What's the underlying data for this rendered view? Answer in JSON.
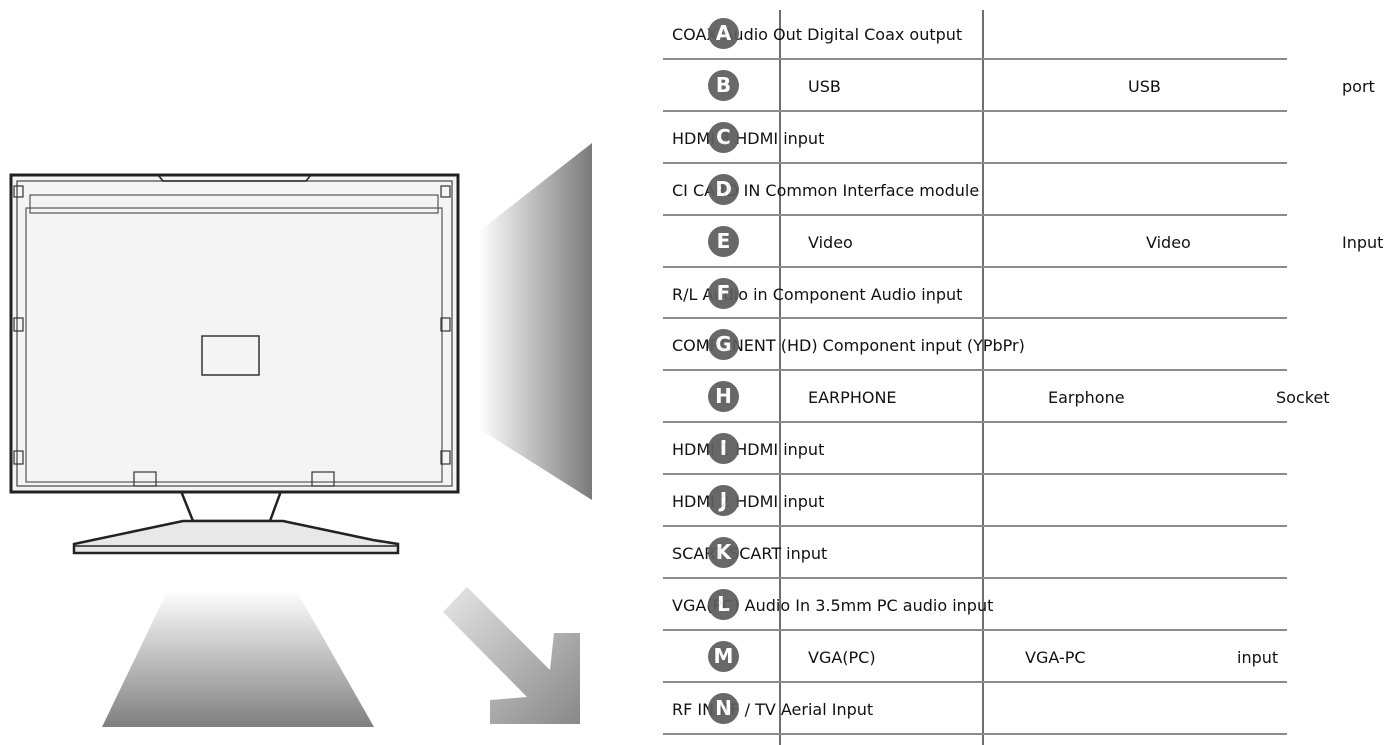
{
  "diagram": {
    "rows": [
      {
        "letter": "A",
        "text": "COAX Audio Out  Digital Coax output"
      },
      {
        "letter": "B",
        "cols": [
          "USB",
          "USB",
          "port"
        ]
      },
      {
        "letter": "C",
        "text": "HDMI 3  HDMI input"
      },
      {
        "letter": "D",
        "text": "CI CARD IN  Common Interface module"
      },
      {
        "letter": "E",
        "cols": [
          "Video",
          "Video",
          "Input"
        ]
      },
      {
        "letter": "F",
        "text": "R/L Audio in  Component Audio input"
      },
      {
        "letter": "G",
        "text": "COMPONENT (HD)  Component input (YPbPr)"
      },
      {
        "letter": "H",
        "cols": [
          "EARPHONE",
          "Earphone",
          "Socket"
        ]
      },
      {
        "letter": "I",
        "text": "HDMI 1  HDMI input"
      },
      {
        "letter": "J",
        "text": "HDMI 2  HDMI input"
      },
      {
        "letter": "K",
        "text": "SCART  SCART input"
      },
      {
        "letter": "L",
        "text": "VGA(PC) Audio In  3.5mm PC audio input"
      },
      {
        "letter": "M",
        "cols": [
          "VGA(PC)",
          "VGA-PC",
          "input"
        ]
      },
      {
        "letter": "N",
        "text": "RF IN  RF / TV Aerial Input"
      }
    ]
  }
}
